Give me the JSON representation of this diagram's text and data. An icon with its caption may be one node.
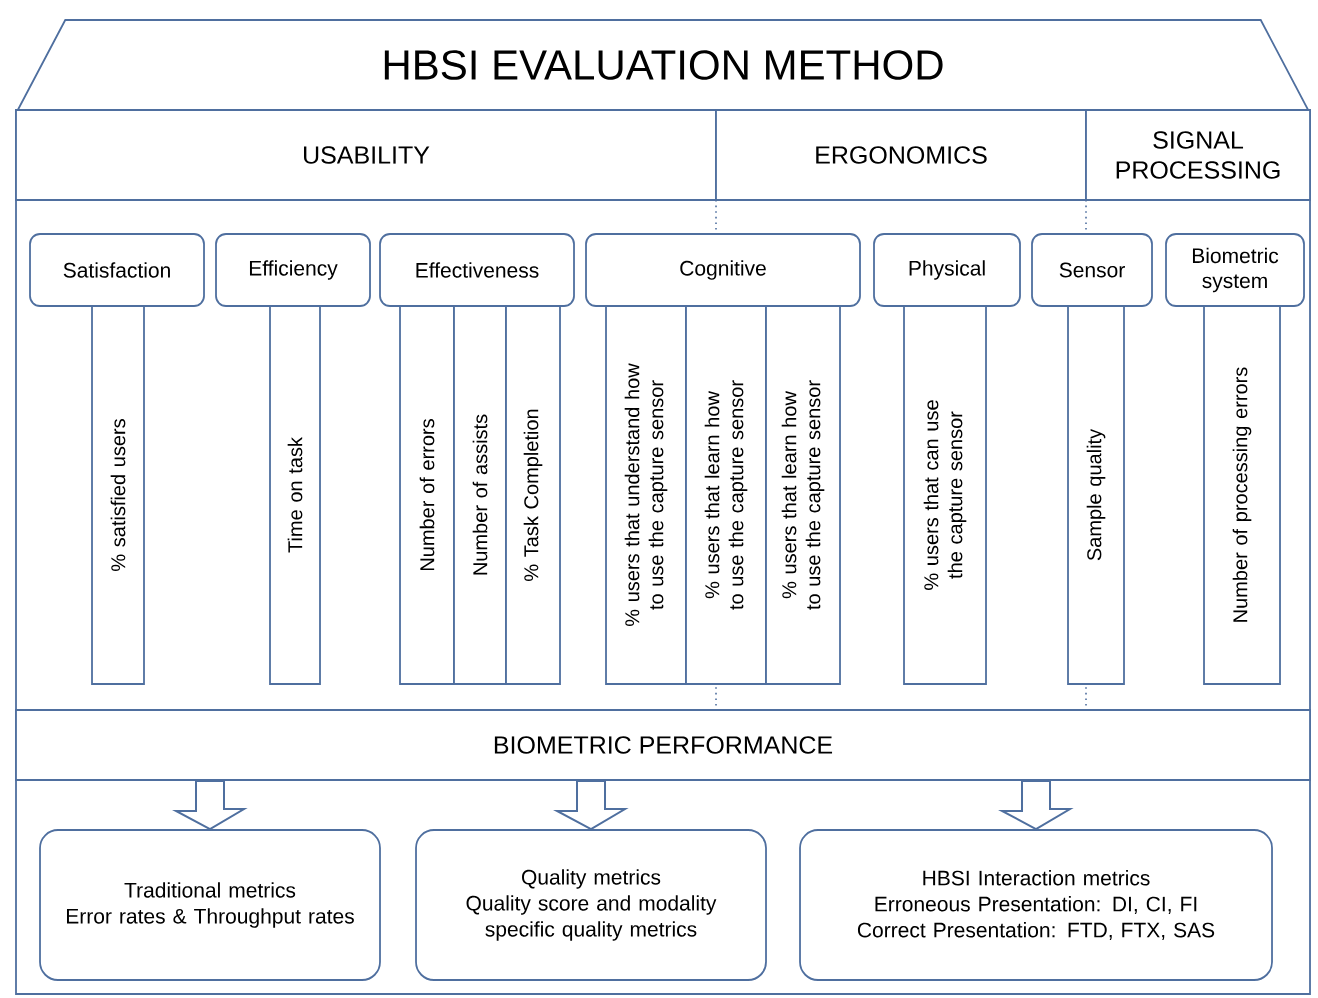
{
  "diagram": {
    "nodes": [
      {
        "text": [
          "HBSI EVALUATION METHOD"
        ]
      },
      {
        "text": [
          "USABILITY"
        ]
      },
      {
        "text": [
          "ERGONOMICS"
        ]
      },
      {
        "text": [
          "SIGNAL PROCESSING"
        ]
      },
      {
        "text": [
          "Satisfaction"
        ]
      },
      {
        "text": [
          "Efficiency"
        ]
      },
      {
        "text": [
          "Effectiveness"
        ]
      },
      {
        "text": [
          "Cognitive"
        ]
      },
      {
        "text": [
          "Physical"
        ]
      },
      {
        "text": [
          "Sensor"
        ]
      },
      {
        "text": [
          "Biometric system"
        ]
      },
      {
        "text": [
          "% satisfied users"
        ]
      },
      {
        "text": [
          "Time on task"
        ]
      },
      {
        "text": [
          "Number of errors"
        ]
      },
      {
        "text": [
          "Number of assists"
        ]
      },
      {
        "text": [
          "% Task Completion"
        ]
      },
      {
        "text": [
          "% users that understand how to use the capture sensor"
        ]
      },
      {
        "text": [
          "% users that learn how to use the capture sensor"
        ]
      },
      {
        "text": [
          "% users that learn how to use the capture sensor"
        ]
      },
      {
        "text": [
          "% users that can use the capture sensor"
        ]
      },
      {
        "text": [
          "Sample quality"
        ]
      },
      {
        "text": [
          "Number of processing errors"
        ]
      },
      {
        "text": [
          "BIOMETRIC PERFORMANCE"
        ]
      },
      {
        "text": [
          "Traditional metrics",
          "Error rates & Throughput rates"
        ]
      },
      {
        "text": [
          "Quality metrics",
          "Quality score and modality specific quality metrics"
        ]
      },
      {
        "text": [
          "HBSI Interaction metrics",
          "Erroneous Presentation: DI, CI, FI Correct Presentation: FTD, FTX, SAS"
        ]
      }
    ],
    "edges": [
      {
        "from": 22,
        "to": 23,
        "arrow": "to"
      },
      {
        "from": 22,
        "to": 24,
        "arrow": "to"
      },
      {
        "from": 22,
        "to": 25,
        "arrow": "to"
      }
    ]
  }
}
